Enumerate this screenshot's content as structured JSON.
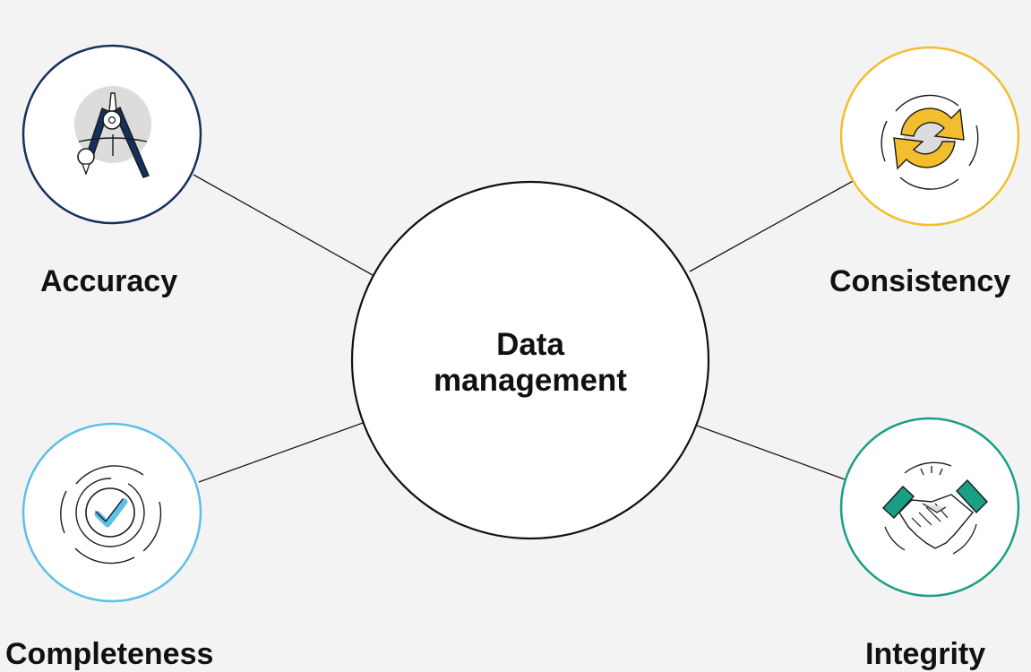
{
  "center": {
    "line1": "Data",
    "line2": "management"
  },
  "nodes": [
    {
      "label": "Accuracy",
      "icon": "drafting-compass-icon",
      "color": "#14305c"
    },
    {
      "label": "Consistency",
      "icon": "refresh-arrows-icon",
      "color": "#f2be2e"
    },
    {
      "label": "Completeness",
      "icon": "checkmark-icon",
      "color": "#5dc0e8"
    },
    {
      "label": "Integrity",
      "icon": "handshake-icon",
      "color": "#1a9e86"
    }
  ]
}
